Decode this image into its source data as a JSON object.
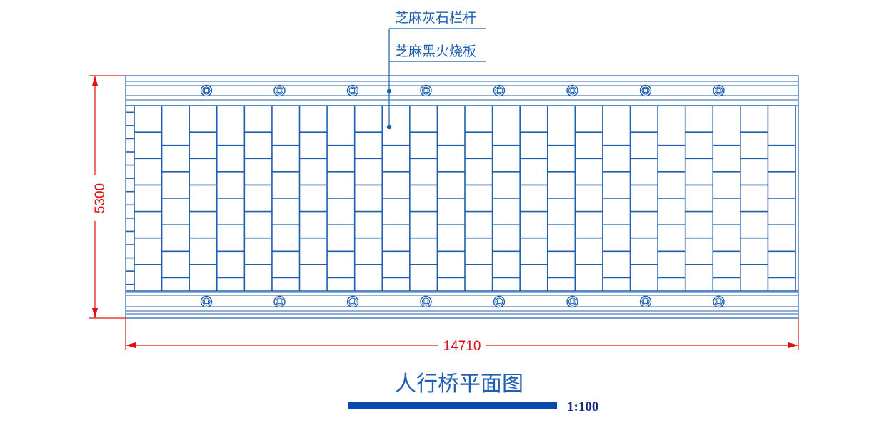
{
  "labels": {
    "railing": "芝麻灰石栏杆",
    "deck": "芝麻黑火烧板"
  },
  "dimensions": {
    "width": "14710",
    "height": "5300"
  },
  "title": "人行桥平面图",
  "scale": "1:100",
  "colors": {
    "linework": "#1f5fb0",
    "dimension": "#e01010",
    "scale_bar": "#0a4ab0",
    "scale_text": "#1a2a80"
  },
  "drawing": {
    "railing_posts_per_side": 8,
    "paving_columns": 24,
    "paving_rows": 7,
    "icons": [
      "railing-post-icon",
      "leader-dot-icon",
      "dimension-arrow-icon"
    ]
  }
}
